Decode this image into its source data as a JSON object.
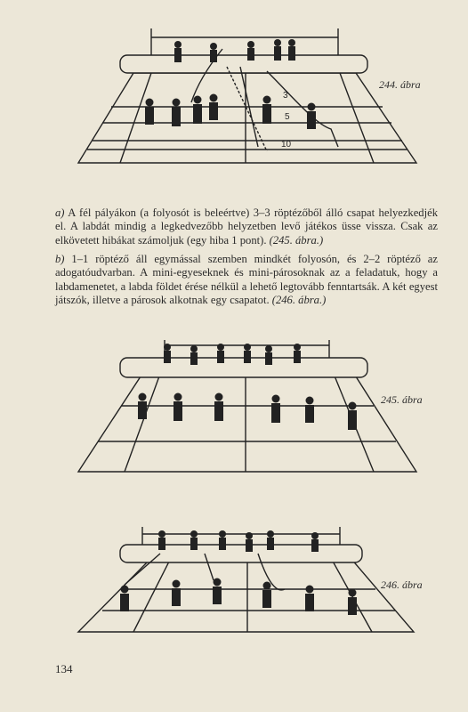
{
  "figures": [
    {
      "caption": "244. ábra",
      "numbers": [
        "3",
        "5",
        "10"
      ]
    },
    {
      "caption": "245. ábra"
    },
    {
      "caption": "246. ábra"
    }
  ],
  "paragraphs": [
    {
      "label": "a)",
      "text": "A fél pályákon (a folyosót is beleértve) 3–3 röptézőből álló csapat helyezkedjék el. A labdát mindig a legkedvezőbb helyzetben levő játékos üsse vissza. Csak az elkövetett hibákat számoljuk (egy hiba 1 pont).",
      "ref": "(245. ábra.)"
    },
    {
      "label": "b)",
      "text": "1–1 röptéző áll egymással szemben mindkét folyosón, és 2–2 röptéző az adogatóudvarban. A mini-egyeseknek és mini-párosoknak az a feladatuk, hogy a labdamenetet, a labda földet érése nélkül a lehető legtovább fenntartsák. A két egyest játszók, illetve a párosok alkotnak egy csapatot.",
      "ref": "(246. ábra.)"
    }
  ],
  "page_number": "134"
}
